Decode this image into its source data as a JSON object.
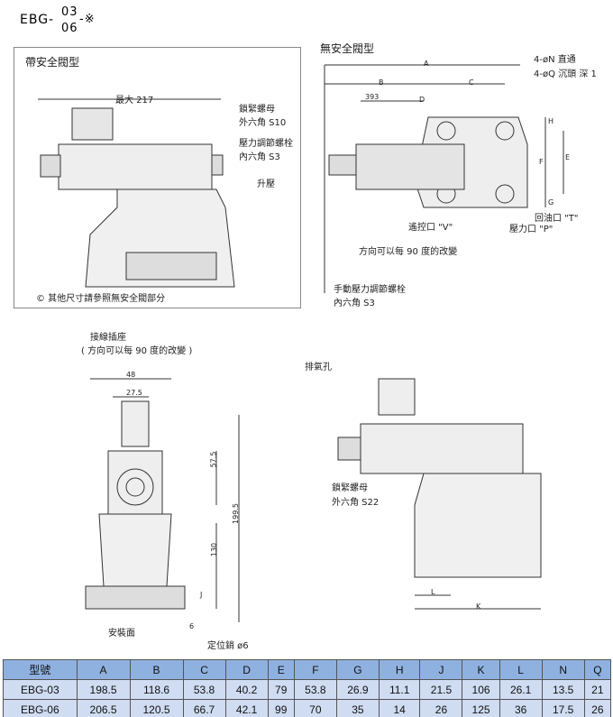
{
  "title": {
    "base": "EBG-",
    "sup": "03",
    "sub": "06",
    "suffix": "-※"
  },
  "with_relief": {
    "heading": "帶安全閥型",
    "max_dim": "最大 217",
    "locknut": "鎖緊螺母",
    "locknut_size": "外六角 S10",
    "adjust_screw": "壓力調節螺栓",
    "adjust_size": "內六角 S3",
    "raise": "升壓",
    "note": "© 其他尺寸請參照無安全閥部分"
  },
  "without_relief": {
    "heading": "無安全閥型",
    "letters": {
      "A": "A",
      "B": "B",
      "C": "C",
      "D": "D",
      "E": "E",
      "F": "F",
      "G": "G",
      "H": "H",
      "J": "J",
      "K": "K",
      "L": "L"
    },
    "dim_393": "393",
    "holes_n": "4-øN 直通",
    "holes_q": "4-øQ 沉頭 深 1",
    "port_v": "遙控口 \"V\"",
    "port_t": "回油口 \"T\"",
    "port_p": "壓力口 \"P\"",
    "rotate": "方向可以每 90 度的改變",
    "manual_screw": "手動壓力調節螺栓",
    "manual_size": "內六角 S3"
  },
  "front_view": {
    "connector": "接線插座",
    "connector_note": "( 方向可以每 90 度的改變 )",
    "d48": "48",
    "d27_5": "27.5",
    "d57_5": "57.5",
    "d199_5": "199.5",
    "d130": "130",
    "d6": "6",
    "mount": "安裝面",
    "pin": "定位銷 ø6"
  },
  "side_view": {
    "vent": "排氣孔",
    "locknut": "鎖緊螺母",
    "locknut_size": "外六角 S22"
  },
  "table": {
    "headers": [
      "型號",
      "A",
      "B",
      "C",
      "D",
      "E",
      "F",
      "G",
      "H",
      "J",
      "K",
      "L",
      "N",
      "Q"
    ],
    "rows": [
      [
        "EBG-03",
        "198.5",
        "118.6",
        "53.8",
        "40.2",
        "79",
        "53.8",
        "26.9",
        "11.1",
        "21.5",
        "106",
        "26.1",
        "13.5",
        "21"
      ],
      [
        "EBG-06",
        "206.5",
        "120.5",
        "66.7",
        "42.1",
        "99",
        "70",
        "35",
        "14",
        "26",
        "125",
        "36",
        "17.5",
        "26"
      ]
    ]
  }
}
